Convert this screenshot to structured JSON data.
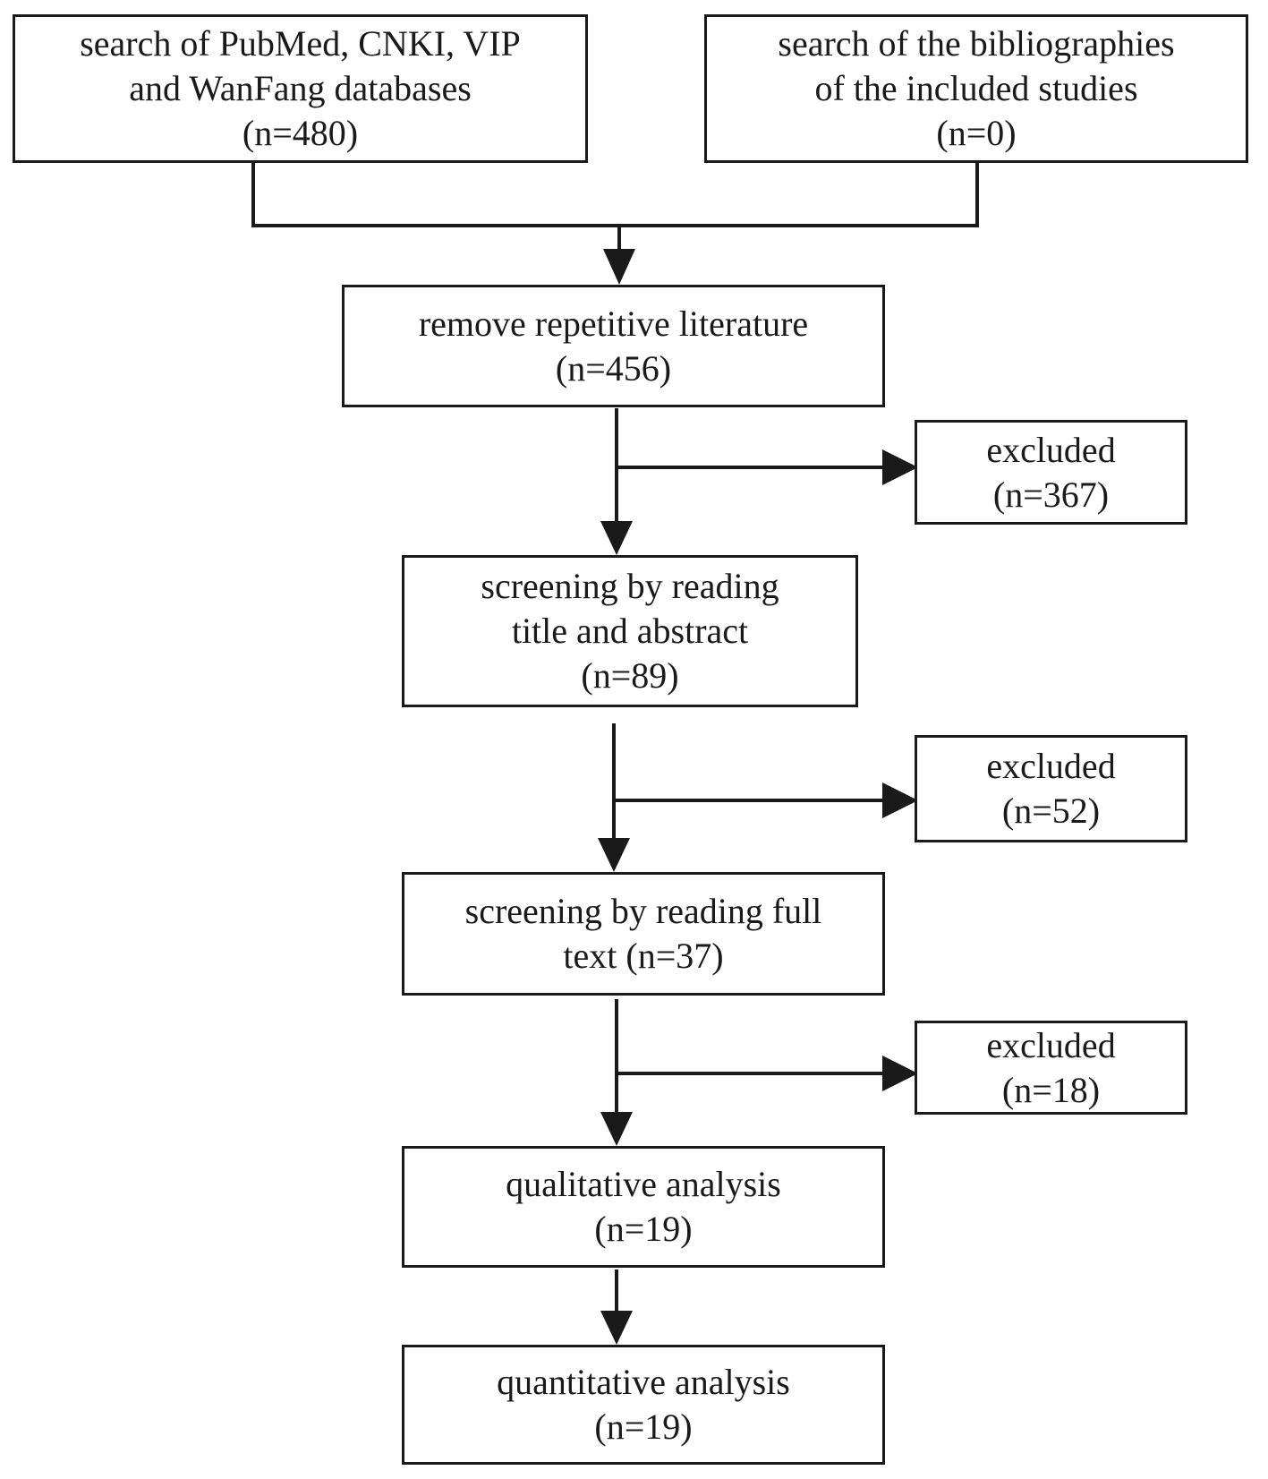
{
  "nodes": {
    "search_databases": {
      "lines": [
        "search of PubMed, CNKI, VIP",
        "and WanFang databases",
        "(n=480)"
      ]
    },
    "search_bibliographies": {
      "lines": [
        "search of the bibliographies",
        "of the included studies",
        "(n=0)"
      ]
    },
    "remove_repetitive": {
      "lines": [
        "remove repetitive literature",
        "(n=456)"
      ]
    },
    "excluded_1": {
      "lines": [
        "excluded",
        "(n=367)"
      ]
    },
    "screening_title": {
      "lines": [
        "screening by reading",
        "title and abstract",
        "(n=89)"
      ]
    },
    "excluded_2": {
      "lines": [
        "excluded",
        "(n=52)"
      ]
    },
    "screening_fulltext": {
      "lines": [
        "screening by reading full",
        "text (n=37)"
      ]
    },
    "excluded_3": {
      "lines": [
        "excluded",
        "(n=18)"
      ]
    },
    "qualitative": {
      "lines": [
        "qualitative analysis",
        "(n=19)"
      ]
    },
    "quantitative": {
      "lines": [
        "quantitative analysis",
        "(n=19)"
      ]
    }
  },
  "colors": {
    "stroke": "#1a1a1a",
    "background": "#ffffff"
  }
}
